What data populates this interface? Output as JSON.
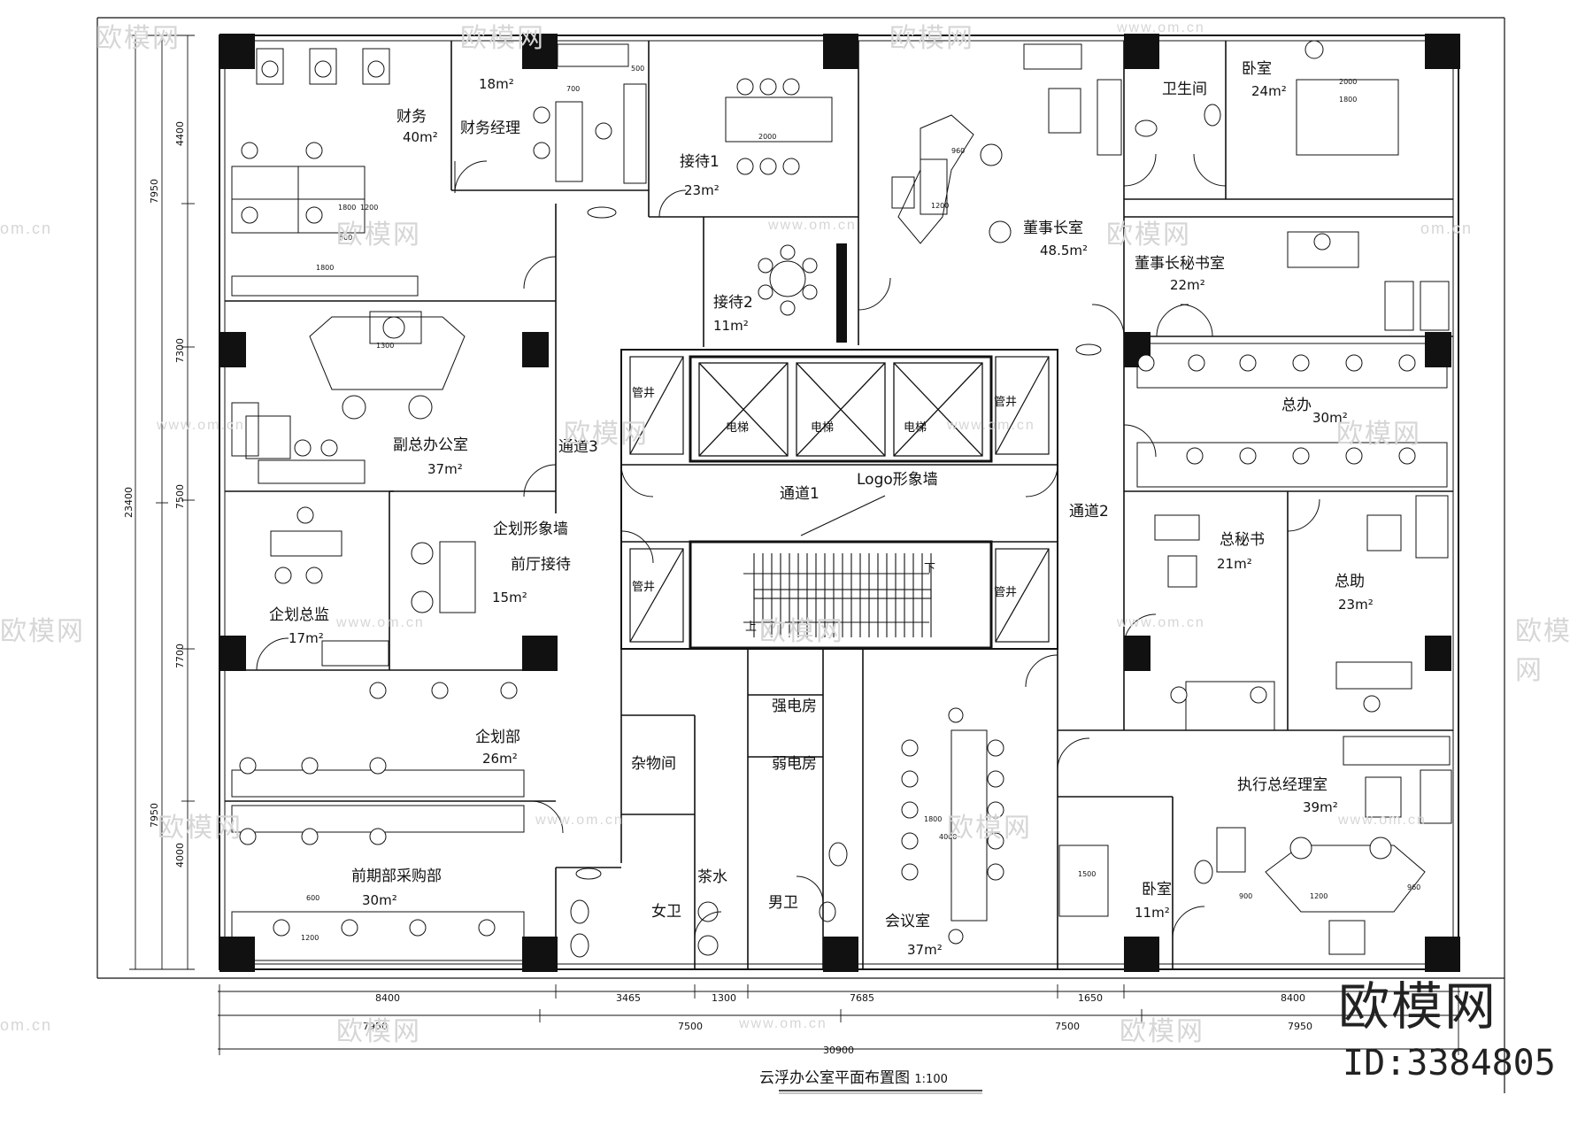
{
  "title": "云浮办公室平面布置图",
  "scale": "1:100",
  "brand": {
    "name": "欧模网",
    "id": "ID:3384805"
  },
  "watermarks": [
    "欧模网",
    "www.om.cn",
    "om.cn"
  ],
  "rooms": [
    {
      "name": "财务",
      "area": "40m²"
    },
    {
      "name": "财务经理",
      "area": "18m²"
    },
    {
      "name": "接待1",
      "area": "23m²"
    },
    {
      "name": "接待2",
      "area": "11m²"
    },
    {
      "name": "董事长室",
      "area": "48.5m²"
    },
    {
      "name": "卫生间",
      "area": ""
    },
    {
      "name": "卧室",
      "area": "24m²"
    },
    {
      "name": "董事长秘书室",
      "area": "22m²"
    },
    {
      "name": "副总办公室",
      "area": "37m²"
    },
    {
      "name": "总办",
      "area": "30m²"
    },
    {
      "name": "企划总监",
      "area": "17m²"
    },
    {
      "name": "前厅接待",
      "area": "15m²"
    },
    {
      "name": "总秘书",
      "area": "21m²"
    },
    {
      "name": "总助",
      "area": "23m²"
    },
    {
      "name": "企划部",
      "area": "26m²"
    },
    {
      "name": "前期部采购部",
      "area": "30m²"
    },
    {
      "name": "会议室",
      "area": "37m²"
    },
    {
      "name": "执行总经理室",
      "area": "39m²"
    },
    {
      "name": "卧室",
      "area": "11m²"
    }
  ],
  "labels": {
    "passage1": "通道1",
    "passage2": "通道2",
    "passage3": "通道3",
    "logo_wall": "Logo形象墙",
    "planning_wall": "企划形象墙",
    "shaft": "管井",
    "elevator": "电梯",
    "storage": "杂物间",
    "tea": "茶水",
    "female_wc": "女卫",
    "male_wc": "男卫",
    "high_voltage": "强电房",
    "low_voltage": "弱电房",
    "stair_down": "下",
    "stair_up": "上"
  },
  "dimensions": {
    "bottom_row1": [
      "8400",
      "3465",
      "1300",
      "7685",
      "1650",
      "8400"
    ],
    "bottom_row2": [
      "7950",
      "7500",
      "7500",
      "7950"
    ],
    "bottom_total": "30900",
    "left_row1": [
      "4400",
      "7300",
      "7500",
      "7700",
      "4000"
    ],
    "left_row2": [
      "7950",
      "7950"
    ],
    "left_total": "23400",
    "furniture": [
      "700",
      "500",
      "2000",
      "960",
      "1200",
      "1800",
      "1800",
      "600",
      "1200",
      "600",
      "1200",
      "1500",
      "1200",
      "900",
      "960",
      "1300",
      "1800",
      "4000",
      "2000",
      "1800"
    ]
  }
}
